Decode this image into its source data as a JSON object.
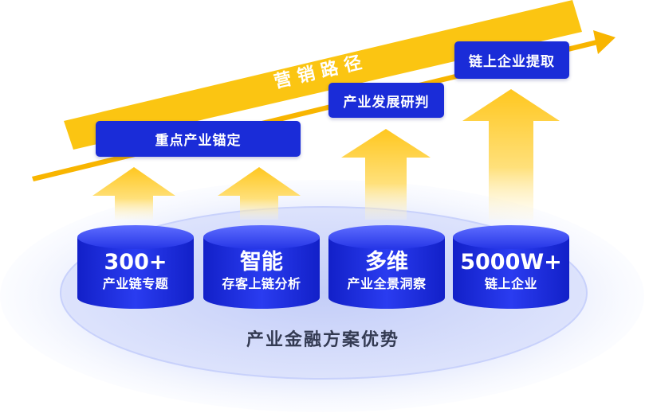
{
  "banner": {
    "label": "营销路径"
  },
  "stage_labels": [
    {
      "text": "重点产业锚定"
    },
    {
      "text": "产业发展研判"
    },
    {
      "text": "链上企业提取"
    }
  ],
  "pillars": [
    {
      "big": "300+",
      "small": "产业链专题"
    },
    {
      "big": "智能",
      "small": "存客上链分析"
    },
    {
      "big": "多维",
      "small": "产业全景洞察"
    },
    {
      "big": "5000W+",
      "small": "链上企业"
    }
  ],
  "footer": {
    "label": "产业金融方案优势"
  },
  "colors": {
    "brand_blue": "#1a2cd8",
    "banner_yellow": "#fbc512",
    "arrow_yellow": "#ffd23a"
  }
}
